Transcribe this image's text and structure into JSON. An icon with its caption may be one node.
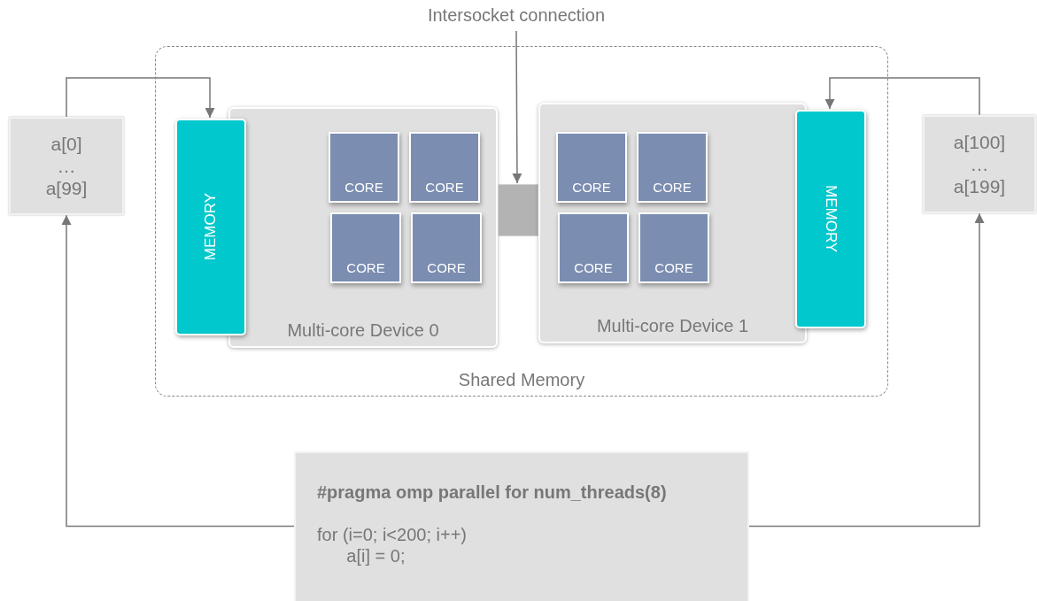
{
  "diagram": {
    "nodes": [
      {
        "text": [
          "Intersocket connection"
        ]
      },
      {
        "text": [
          "a[0] … a[99]"
        ]
      },
      {
        "text": [
          "Shared Memory"
        ]
      },
      {
        "text": [
          "MEMORY"
        ],
        "in": 2
      },
      {
        "text": [
          "Multi-core Device 0"
        ],
        "in": 2
      },
      {
        "text": [
          "CORE"
        ],
        "in": 4
      },
      {
        "text": [
          "CORE"
        ],
        "in": 4
      },
      {
        "text": [
          "CORE"
        ],
        "in": 4
      },
      {
        "text": [
          "CORE"
        ],
        "in": 4
      },
      {
        "text": [],
        "shape": "bar",
        "in": 2
      },
      {
        "text": [
          "Multi-core Device 1"
        ],
        "in": 2
      },
      {
        "text": [
          "CORE"
        ],
        "in": 10
      },
      {
        "text": [
          "CORE"
        ],
        "in": 10
      },
      {
        "text": [
          "CORE"
        ],
        "in": 10
      },
      {
        "text": [
          "CORE"
        ],
        "in": 10
      },
      {
        "text": [
          "MEMORY"
        ],
        "in": 2
      },
      {
        "text": [
          "a[100] … a[199]"
        ]
      },
      {
        "text": [
          "#pragma omp parallel for num_threads(8)",
          "for (i=0; i<200; i++) a[i] = 0;"
        ]
      }
    ],
    "edges": [
      {
        "from": 0,
        "to": 9,
        "arrow": "to"
      },
      {
        "from": 1,
        "to": 3,
        "arrow": "to"
      },
      {
        "from": 16,
        "to": 15,
        "arrow": "to"
      },
      {
        "from": 17,
        "to": 1,
        "arrow": "to"
      },
      {
        "from": 17,
        "to": 16,
        "arrow": "to"
      }
    ]
  }
}
